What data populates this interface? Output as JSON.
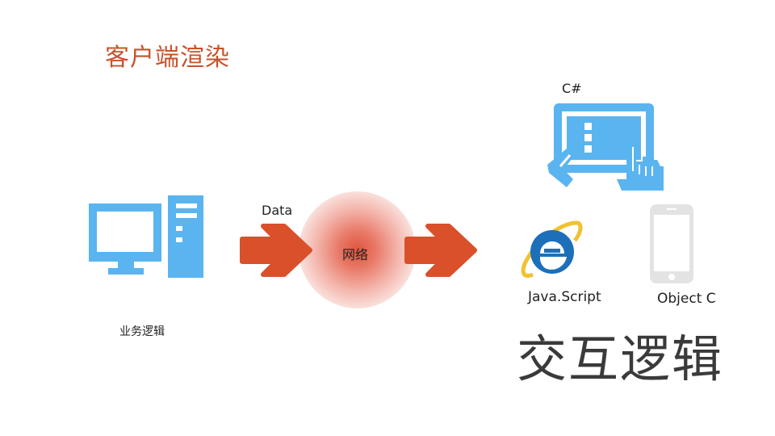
{
  "title": "客户端渲染",
  "labels": {
    "csharp": "C#",
    "data": "Data",
    "network": "网络",
    "javascript": "Java.Script",
    "objectc": "Object C",
    "business_logic": "业务逻辑",
    "interaction_logic": "交互逻辑"
  },
  "colors": {
    "title": "#c8522a",
    "arrow": "#d9502b",
    "icon_blue": "#5ab4f0",
    "ie_blue": "#1c6fb8",
    "phone_gray": "#e3e3e3"
  },
  "icons": [
    "desktop-computer-icon",
    "arrow-right-icon",
    "network-glow",
    "tablet-touch-icon",
    "internet-explorer-icon",
    "smartphone-icon"
  ]
}
